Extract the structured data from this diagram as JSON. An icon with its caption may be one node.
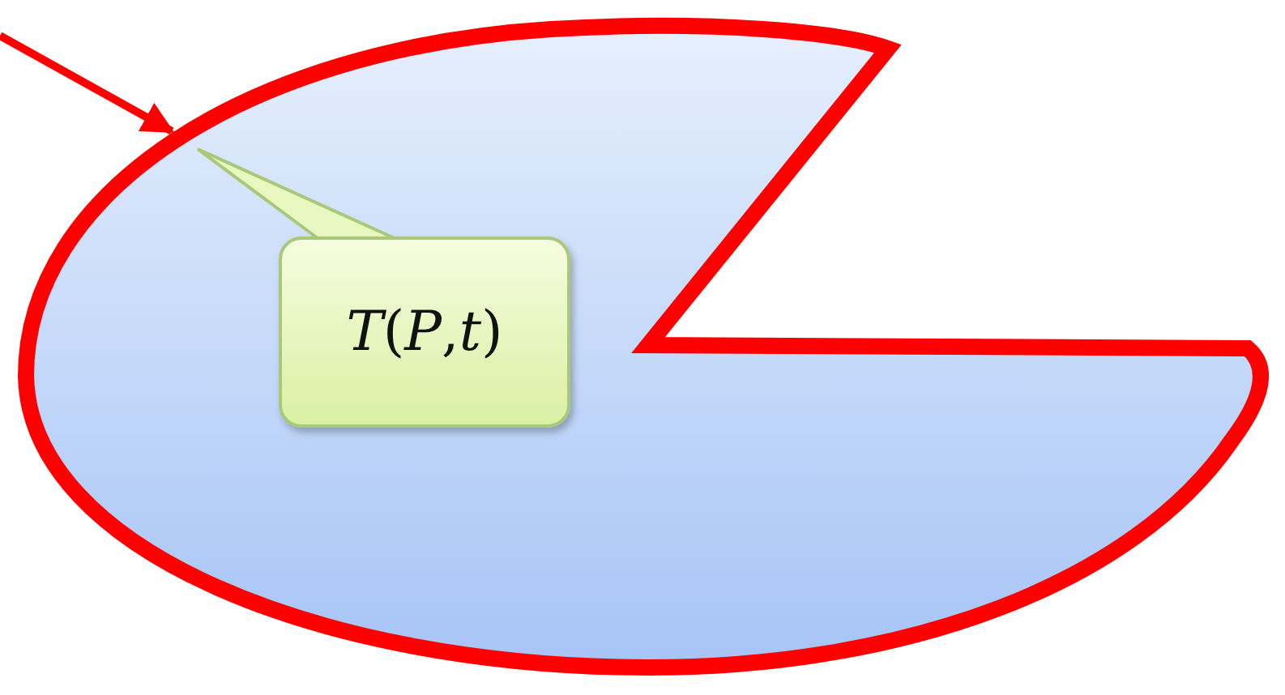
{
  "diagram": {
    "nodes": [
      {
        "text": [
          "*T*(*P*,*t*)"
        ],
        "in": 1
      },
      {
        "text": [],
        "shape": "region"
      }
    ],
    "edges": [
      {
        "from": null,
        "to": 1,
        "arrow": "to"
      },
      {
        "from": 0,
        "to": 1,
        "arrow": "none"
      }
    ]
  }
}
